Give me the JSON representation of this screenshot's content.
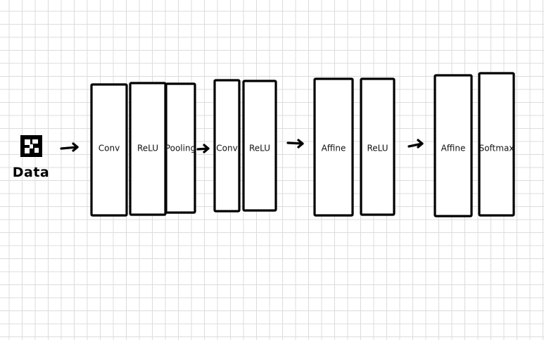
{
  "input": {
    "label": "Data",
    "icon": "image-icon"
  },
  "layers": [
    {
      "name": "conv",
      "label": "Conv"
    },
    {
      "name": "relu",
      "label": "ReLU"
    },
    {
      "name": "pooling",
      "label": "Pooling"
    },
    {
      "name": "conv",
      "label": "Conv"
    },
    {
      "name": "relu",
      "label": "ReLU"
    },
    {
      "name": "affine",
      "label": "Affine"
    },
    {
      "name": "relu",
      "label": "ReLU"
    },
    {
      "name": "affine",
      "label": "Affine"
    },
    {
      "name": "softmax",
      "label": "Softmax"
    }
  ],
  "arrows": 4
}
